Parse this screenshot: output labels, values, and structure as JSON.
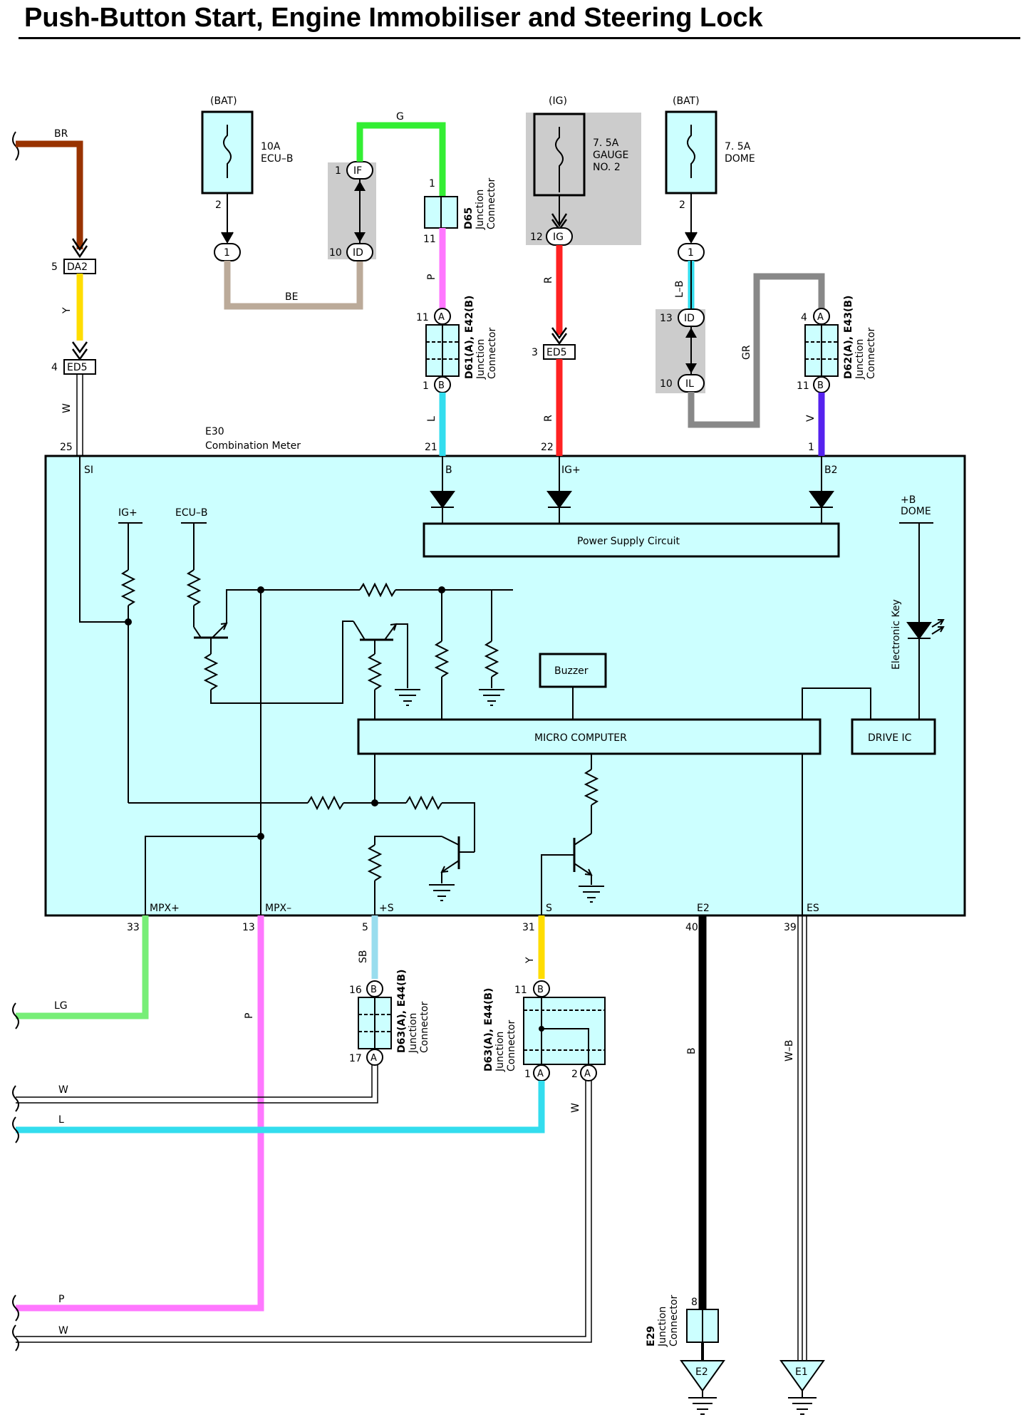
{
  "title": "Push-Button Start, Engine Immobiliser and Steering Lock",
  "colors": {
    "panel": "#ccffff",
    "gray_zone": "#cccccc",
    "BR": "#993300",
    "Y": "#ffdd00",
    "G": "#33ee33",
    "P": "#ff77ff",
    "R": "#ff2222",
    "L": "#33ddee",
    "SB": "#99ddee",
    "BE": "#bbaa99",
    "GR": "#888888",
    "V": "#5522ee",
    "LG": "#77ee77",
    "B": "#000000"
  },
  "fuses": {
    "bat1": {
      "source": "(BAT)",
      "rating": "10A",
      "name": "ECU–B",
      "pin": "2"
    },
    "ig": {
      "source": "(IG)",
      "rating": "7. 5A",
      "name": "GAUGE",
      "name2": "NO. 2"
    },
    "bat2": {
      "source": "(BAT)",
      "rating": "7. 5A",
      "name": "DOME",
      "pin": "2"
    }
  },
  "connectors": {
    "da2": {
      "label": "DA2",
      "pin": "5"
    },
    "ed5_left": {
      "label": "ED5",
      "pin": "4"
    },
    "ed5_mid": {
      "label": "ED5",
      "pin": "3"
    },
    "if": {
      "label": "IF",
      "pin": "1"
    },
    "id_left": {
      "label": "ID",
      "pin": "10"
    },
    "ig": {
      "label": "IG",
      "pin": "12"
    },
    "id_right": {
      "label": "ID",
      "pin": "13"
    },
    "il": {
      "label": "IL",
      "pin": "10"
    },
    "c1_left": {
      "label": "1"
    },
    "c1_right": {
      "label": "1"
    },
    "d65": {
      "code": "D65",
      "name": "Junction",
      "name2": "Connector",
      "pin_top": "1",
      "pin_bottom": "11"
    },
    "d61": {
      "code": "D61(A), E42(B)",
      "name": "Junction",
      "name2": "Connector",
      "pin_a": "11",
      "pin_b": "1",
      "tag_a": "A",
      "tag_b": "B"
    },
    "d62": {
      "code": "D62(A), E43(B)",
      "name": "Junction",
      "name2": "Connector",
      "pin_a": "4",
      "pin_b": "11",
      "tag_a": "A",
      "tag_b": "B"
    },
    "d63_left": {
      "code": "D63(A), E44(B)",
      "name": "Junction",
      "name2": "Connector",
      "pin_b": "16",
      "pin_a": "17",
      "tag_a": "A",
      "tag_b": "B"
    },
    "d63_right": {
      "code": "D63(A), E44(B)",
      "name": "Junction",
      "name2": "Connector",
      "pin_b": "11",
      "pin_a1": "1",
      "pin_a2": "2",
      "tag_a": "A",
      "tag_b": "B"
    },
    "e29": {
      "code": "E29",
      "name": "Junction",
      "name2": "Connector",
      "pin": "8"
    }
  },
  "wire_labels": {
    "br": "BR",
    "y_top": "Y",
    "w_left": "W",
    "g": "G",
    "be": "BE",
    "p_top": "P",
    "l_top": "L",
    "r_top": "R",
    "r_mid": "R",
    "lb": "L–B",
    "gr": "GR",
    "v": "V",
    "lg": "LG",
    "p_mid": "P",
    "sb": "SB",
    "y_bot": "Y",
    "w_mid": "W",
    "l_bot": "L",
    "w_right": "W",
    "b": "B",
    "wb": "W–B",
    "p_bot": "P",
    "w_bot": "W"
  },
  "meter": {
    "code": "E30",
    "name": "Combination Meter",
    "top_pins": [
      {
        "num": "25",
        "name": "SI"
      },
      {
        "num": "21",
        "name": "B"
      },
      {
        "num": "22",
        "name": "IG+"
      },
      {
        "num": "1",
        "name": "B2"
      }
    ],
    "bottom_pins": [
      {
        "num": "33",
        "name": "MPX+"
      },
      {
        "num": "13",
        "name": "MPX–"
      },
      {
        "num": "5",
        "name": "+S"
      },
      {
        "num": "31",
        "name": "S"
      },
      {
        "num": "40",
        "name": "E2"
      },
      {
        "num": "39",
        "name": "ES"
      }
    ],
    "ig_label": "IG+",
    "ecub_label": "ECU–B",
    "dome_label": "+B",
    "dome_label2": "DOME",
    "power_supply": "Power Supply Circuit",
    "buzzer": "Buzzer",
    "micro": "MICRO COMPUTER",
    "drive_ic": "DRIVE IC",
    "ekey": "Electronic Key"
  },
  "grounds": {
    "e2": "E2",
    "e1": "E1"
  }
}
